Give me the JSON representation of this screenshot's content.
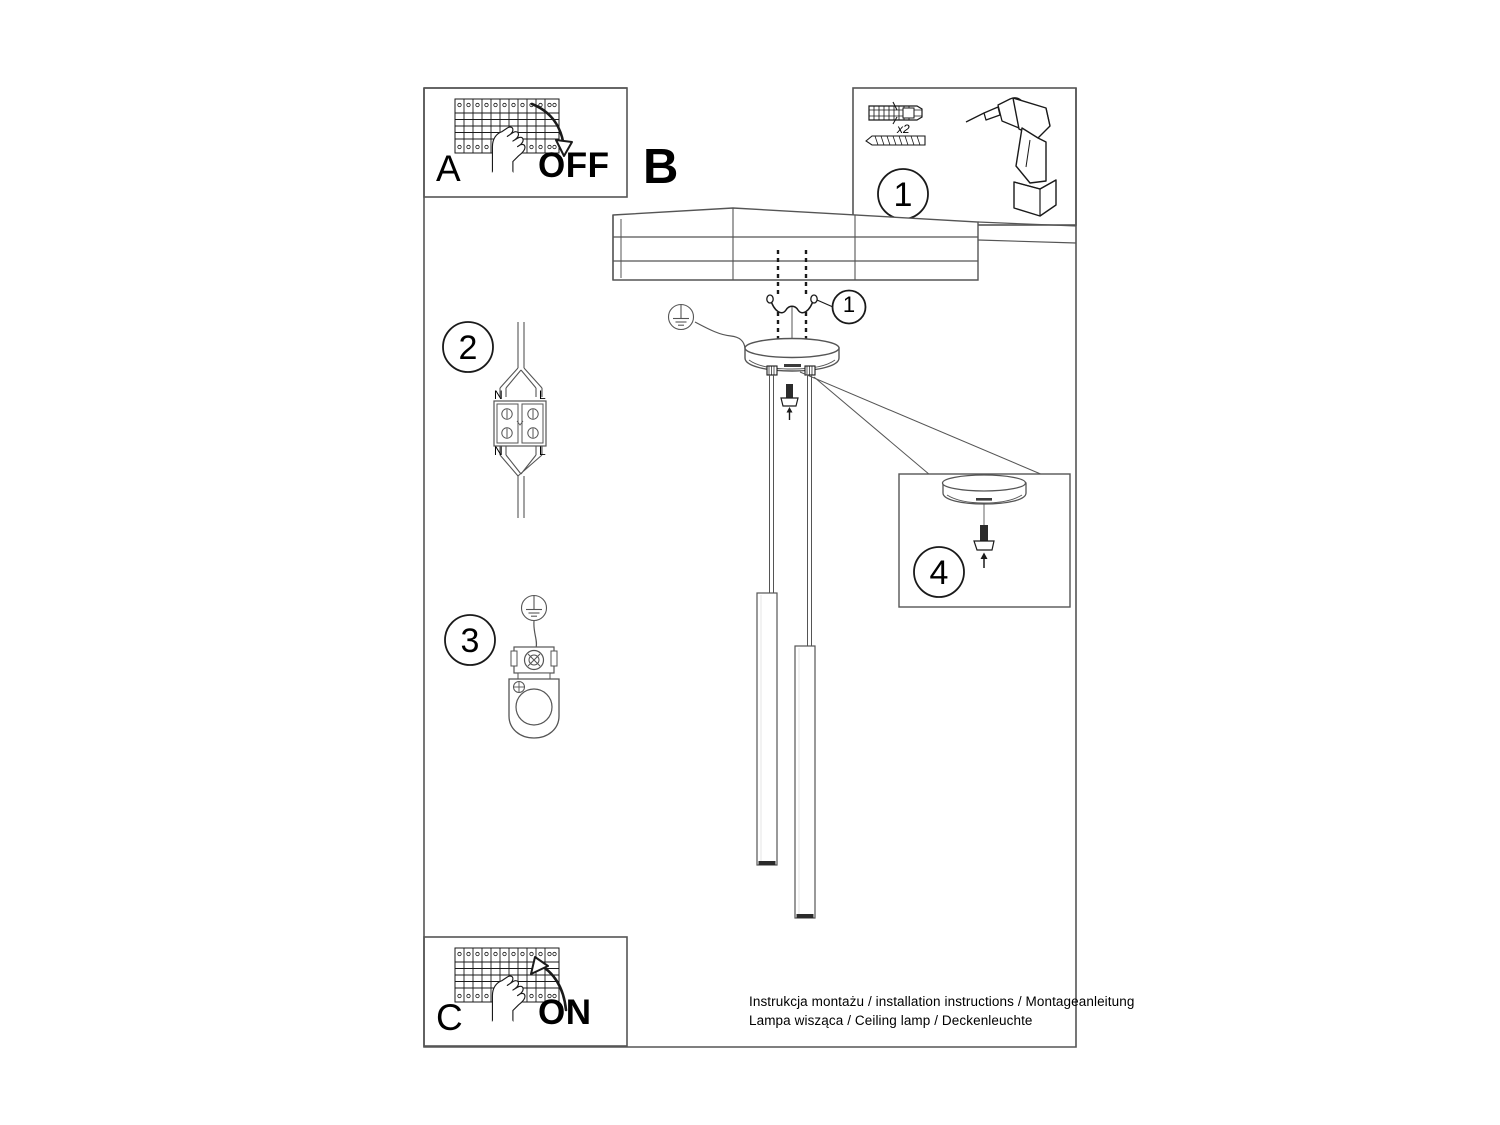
{
  "document": {
    "type": "installation-instructions",
    "product": "Ceiling lamp / pendant lamp with two slim tubes"
  },
  "panels": {
    "a": {
      "letter": "A",
      "action_label": "OFF",
      "icon": "circuit-breaker-panel-icon",
      "hand": "hand-pointing-icon",
      "arrow": "arrow-down-curved-icon"
    },
    "b": {
      "letter": "B"
    },
    "c": {
      "letter": "C",
      "action_label": "ON",
      "icon": "circuit-breaker-panel-icon",
      "hand": "hand-pointing-icon",
      "arrow": "arrow-up-curved-icon"
    }
  },
  "steps": [
    {
      "number": "1",
      "icons": [
        "wall-plug-anchor-icon",
        "screw-icon",
        "power-drill-icon"
      ],
      "quantity_label": "x2"
    },
    {
      "number": "2",
      "icons": [
        "terminal-block-icon",
        "cable-icon"
      ],
      "terminals": {
        "top_left": "N",
        "top_right": "L",
        "bottom_left": "N",
        "bottom_right": "L"
      }
    },
    {
      "number": "3",
      "icons": [
        "earth-ground-symbol-icon",
        "mounting-bracket-icon"
      ]
    },
    {
      "number": "4",
      "icons": [
        "ceiling-canopy-icon",
        "pendant-tube-push-up-icon",
        "arrow-up-icon"
      ]
    }
  ],
  "callouts": {
    "bracket_step": "1",
    "canopy_step": "4"
  },
  "diagram": {
    "ceiling_label": "ceiling-slab",
    "canopy_label": "ceiling-canopy",
    "tube_count": 2,
    "earth_symbol": "earth-ground-symbol-icon"
  },
  "footer": {
    "line1": "Instrukcja montażu / installation instructions / Montageanleitung",
    "line2": "Lampa wisząca / Ceiling lamp / Deckenleuchte"
  },
  "colors": {
    "line": "#1a1a1a",
    "thin_line": "#555555",
    "background": "#ffffff"
  }
}
